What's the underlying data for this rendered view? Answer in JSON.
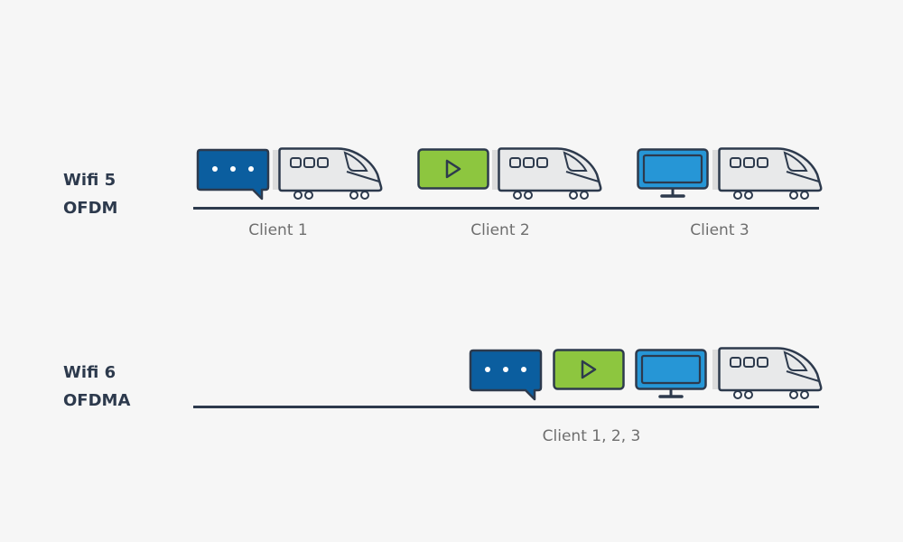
{
  "rows": [
    {
      "title_line1": "Wifi 5",
      "title_line2": "OFDM",
      "clients": [
        "Client 1",
        "Client 2",
        "Client 3"
      ]
    },
    {
      "title_line1": "Wifi 6",
      "title_line2": "OFDMA",
      "clients": [
        "Client 1, 2, 3"
      ]
    }
  ],
  "colors": {
    "background": "#f6f6f6",
    "outline": "#2d3a4d",
    "chat_blue": "#0b5e9f",
    "video_green": "#8dc63f",
    "monitor_blue": "#2696d6",
    "train_body": "#e8e9ea",
    "label_gray": "#6e6e6e"
  },
  "icons": [
    "chat-bubble-icon",
    "play-icon",
    "monitor-icon",
    "train-icon"
  ]
}
